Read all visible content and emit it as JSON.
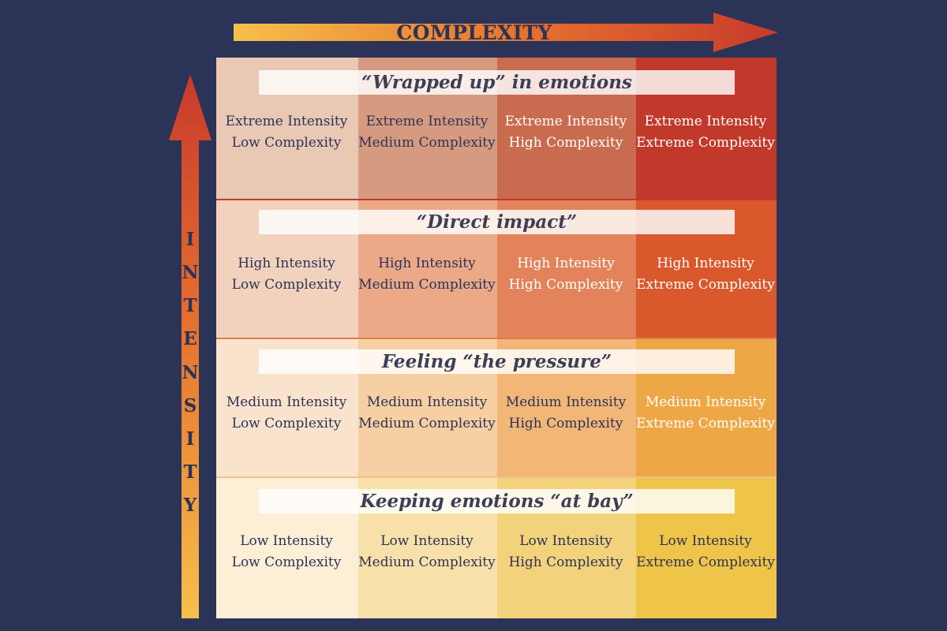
{
  "axes": {
    "x_label": "COMPLEXITY",
    "y_letters": [
      "I",
      "N",
      "T",
      "E",
      "N",
      "S",
      "I",
      "T",
      "Y"
    ]
  },
  "rows": [
    {
      "banner": "“Wrapped up” in emotions",
      "cells": [
        {
          "line1": "Extreme Intensity",
          "line2": "Low Complexity",
          "bg": "#e9c8b4",
          "text": "#2b3357"
        },
        {
          "line1": "Extreme Intensity",
          "line2": "Medium Complexity",
          "bg": "#d69a80",
          "text": "#2b3357"
        },
        {
          "line1": "Extreme Intensity",
          "line2": "High Complexity",
          "bg": "#c86b4e",
          "text": "#ffffff"
        },
        {
          "line1": "Extreme Intensity",
          "line2": "Extreme Complexity",
          "bg": "#c0392a",
          "text": "#ffffff"
        }
      ]
    },
    {
      "banner": "“Direct impact”",
      "cells": [
        {
          "line1": "High Intensity",
          "line2": "Low Complexity",
          "bg": "#f2d2bd",
          "text": "#2b3357"
        },
        {
          "line1": "High Intensity",
          "line2": "Medium Complexity",
          "bg": "#eba988",
          "text": "#2b3357"
        },
        {
          "line1": "High Intensity",
          "line2": "High Complexity",
          "bg": "#e2835b",
          "text": "#ffffff"
        },
        {
          "line1": "High Intensity",
          "line2": "Extreme Complexity",
          "bg": "#d9582c",
          "text": "#ffffff"
        }
      ]
    },
    {
      "banner": "Feeling “the pressure”",
      "cells": [
        {
          "line1": "Medium Intensity",
          "line2": "Low Complexity",
          "bg": "#fae3cd",
          "text": "#2b3357"
        },
        {
          "line1": "Medium Intensity",
          "line2": "Medium Complexity",
          "bg": "#f6cfa2",
          "text": "#2b3357"
        },
        {
          "line1": "Medium Intensity",
          "line2": "High Complexity",
          "bg": "#f2b677",
          "text": "#2b3357"
        },
        {
          "line1": "Medium Intensity",
          "line2": "Extreme Complexity",
          "bg": "#eea746",
          "text": "#ffffff"
        }
      ]
    },
    {
      "banner": "Keeping emotions “at bay”",
      "cells": [
        {
          "line1": "Low Intensity",
          "line2": "Low Complexity",
          "bg": "#fcefd6",
          "text": "#2b3357"
        },
        {
          "line1": "Low Intensity",
          "line2": "Medium Complexity",
          "bg": "#f8e1a8",
          "text": "#2b3357"
        },
        {
          "line1": "Low Intensity",
          "line2": "High Complexity",
          "bg": "#f3d27c",
          "text": "#2b3357"
        },
        {
          "line1": "Low Intensity",
          "line2": "Extreme Complexity",
          "bg": "#efc549",
          "text": "#2b3357"
        }
      ]
    }
  ],
  "colors": {
    "background": "#2b3357",
    "arrow_start": "#f6c04a",
    "arrow_end": "#c73a2b",
    "separator_top": "#c0392a",
    "separator_mid": "#e07a4a",
    "separator_low": "#f2c08a"
  }
}
